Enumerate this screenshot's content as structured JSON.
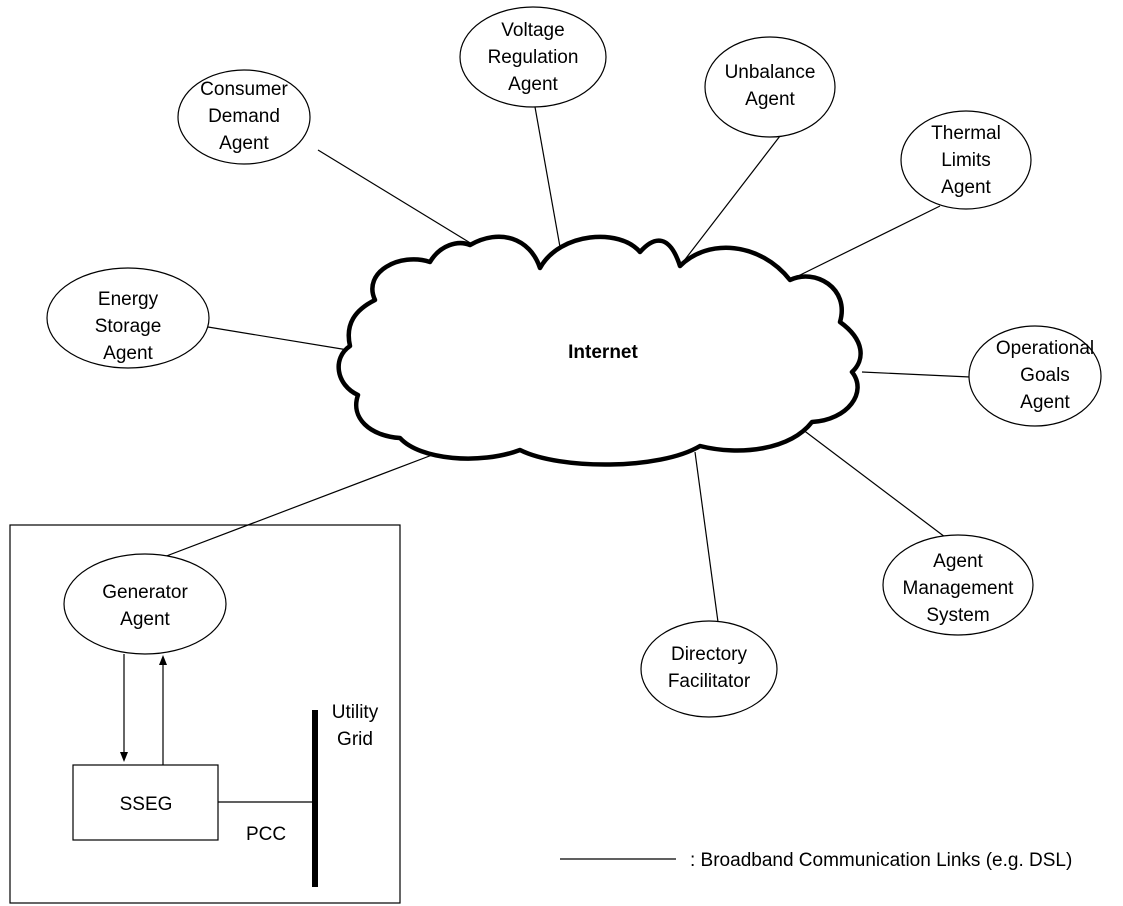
{
  "cloud": {
    "label": "Internet"
  },
  "agents": {
    "consumer_demand": [
      "Consumer",
      "Demand",
      "Agent"
    ],
    "voltage_regulation": [
      "Voltage",
      "Regulation",
      "Agent"
    ],
    "unbalance": [
      "Unbalance",
      "Agent"
    ],
    "thermal_limits": [
      "Thermal",
      "Limits",
      "Agent"
    ],
    "energy_storage": [
      "Energy",
      "Storage",
      "Agent"
    ],
    "operational_goals": [
      "Operational",
      "Goals",
      "Agent"
    ],
    "agent_management": [
      "Agent",
      "Management",
      "System"
    ],
    "directory_facilitator": [
      "Directory",
      "Facilitator"
    ],
    "generator": [
      "Generator",
      "Agent"
    ]
  },
  "sseg": {
    "label": "SSEG"
  },
  "utility_grid": [
    "Utility",
    "Grid"
  ],
  "pcc": {
    "label": "PCC"
  },
  "legend": {
    "text": ":  Broadband Communication Links (e.g. DSL)"
  }
}
